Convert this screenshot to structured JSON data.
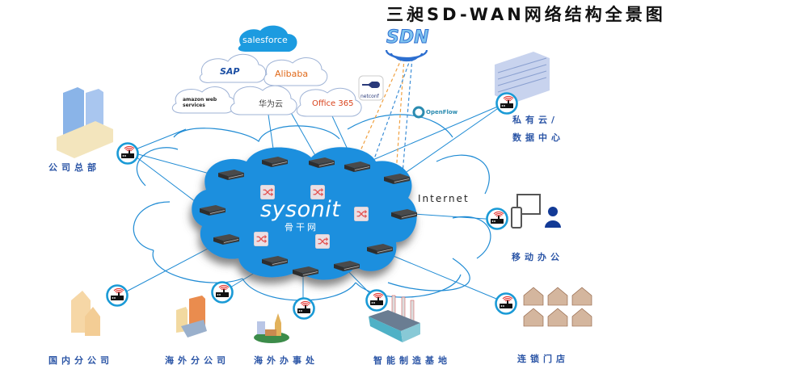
{
  "title": "三昶SD-WAN网络结构全景图",
  "core": {
    "brand": "sysonit",
    "subtitle": "骨干网",
    "internet_label": "Internet",
    "color": "#1e8fde"
  },
  "controller": {
    "label": "SDN",
    "protocols": [
      "netconf",
      "OpenFlow"
    ]
  },
  "saas": [
    {
      "name": "salesforce"
    },
    {
      "name": "SAP"
    },
    {
      "name": "Alibaba"
    },
    {
      "name": "amazon web services"
    },
    {
      "name": "华为云"
    },
    {
      "name": "Office 365"
    }
  ],
  "sites": [
    {
      "id": "hq",
      "label": "公司总部"
    },
    {
      "id": "private-cloud",
      "label_line1": "私有云/",
      "label_line2": "数据中心"
    },
    {
      "id": "mobile",
      "label": "移动办公"
    },
    {
      "id": "domestic-branch",
      "label": "国内分公司"
    },
    {
      "id": "overseas-branch",
      "label": "海外分公司"
    },
    {
      "id": "overseas-office",
      "label": "海外办事处"
    },
    {
      "id": "factory",
      "label": "智能制造基地"
    },
    {
      "id": "chain-store",
      "label": "连锁门店"
    }
  ],
  "colors": {
    "link": "#1f8bd4",
    "orange_dash": "#f0a040",
    "blue_dash": "#3d8ed6",
    "label": "#2b55a6",
    "cpe_ring": "#1a9ad6",
    "cpe_signal": "#e53935"
  }
}
